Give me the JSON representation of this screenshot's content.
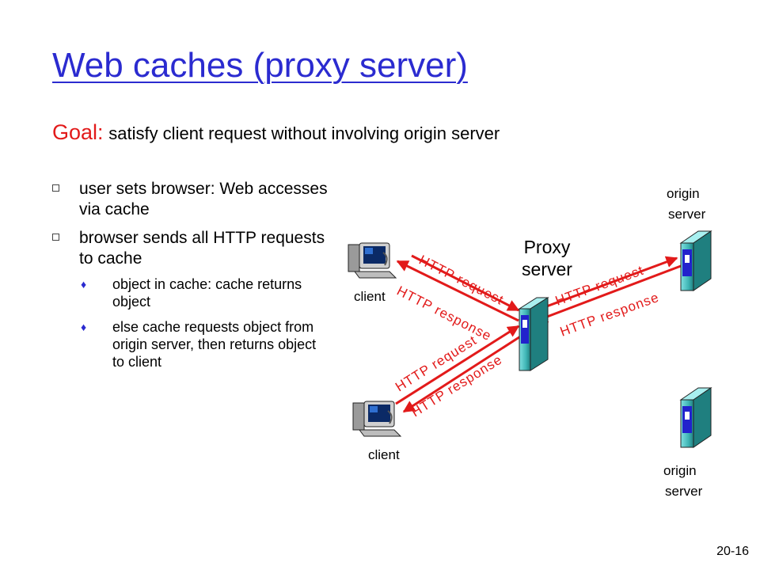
{
  "slide": {
    "title": "Web caches (proxy server)",
    "goal_label": "Goal:",
    "goal_text": "satisfy client request without involving origin server",
    "page_number": "20-16"
  },
  "bullets": [
    {
      "text": "user sets browser: Web accesses via  cache"
    },
    {
      "text": "browser sends all HTTP requests to  cache",
      "sub": [
        "object in cache: cache returns object",
        "else cache requests object from origin server, then returns object to client"
      ]
    }
  ],
  "diagram": {
    "proxy_label_line1": "Proxy",
    "proxy_label_line2": "server",
    "origin_label_line1": "origin",
    "origin_label_line2": "server",
    "client_label": "client",
    "http_request": "HTTP request",
    "http_response": "HTTP response",
    "colors": {
      "arrow": "#e21a1a",
      "server_body": "#3fb5b5",
      "server_panel": "#2222cc",
      "title": "#2b2bd0"
    }
  }
}
